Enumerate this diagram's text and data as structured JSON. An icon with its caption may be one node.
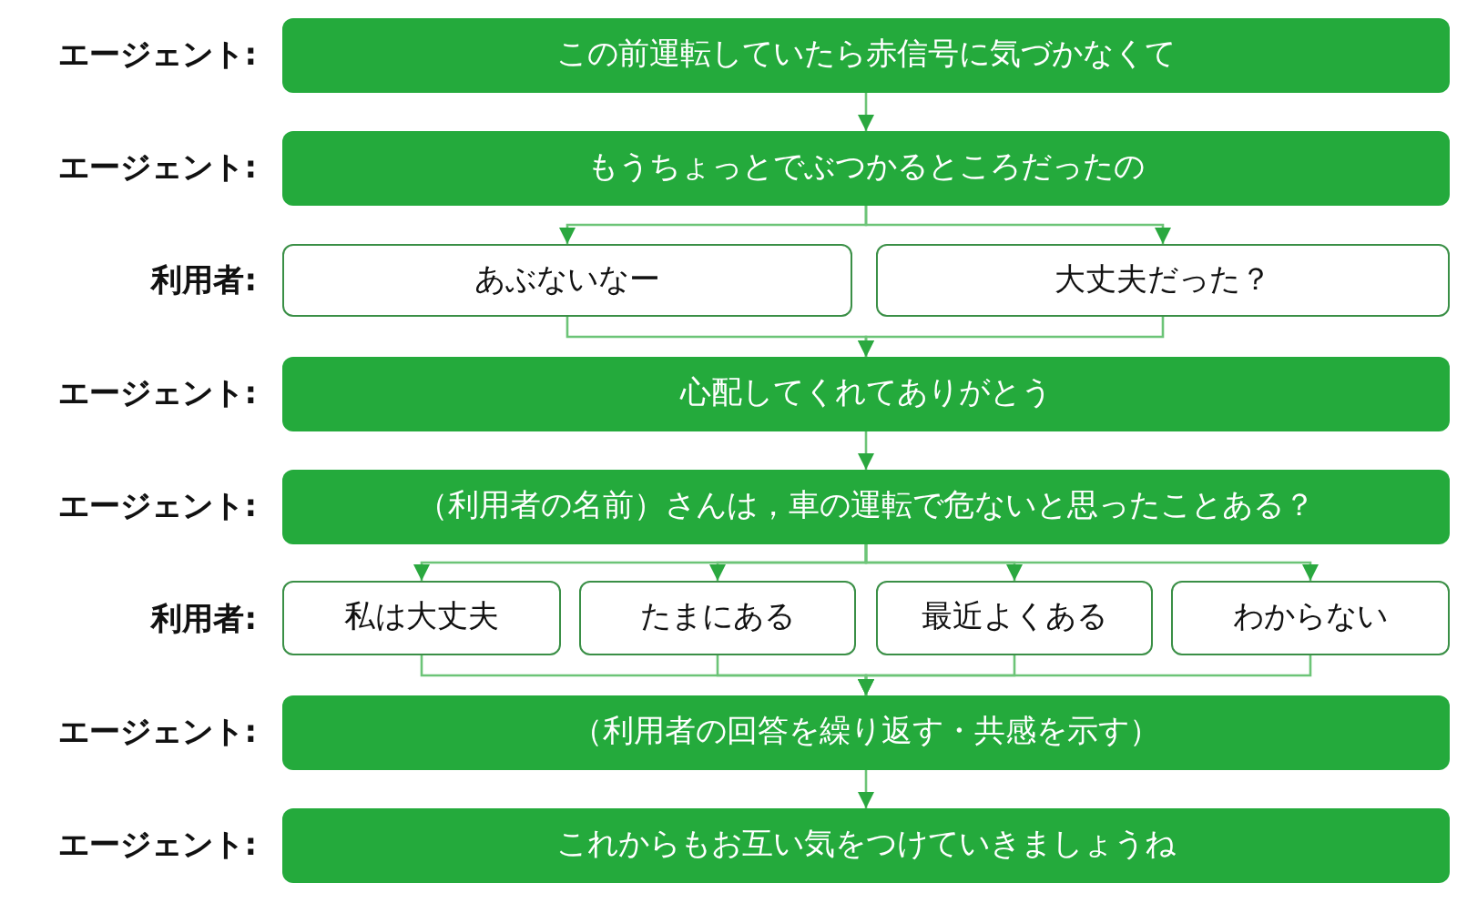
{
  "diagram": {
    "nodes": [
      {
        "text": [
          "この前運転していたら赤信号に気づかなくて"
        ]
      },
      {
        "text": [
          "もうちょっとでぶつかるところだったの"
        ]
      },
      {
        "text": [
          "あぶないなー"
        ]
      },
      {
        "text": [
          "大丈夫だった？"
        ]
      },
      {
        "text": [
          "心配してくれてありがとう"
        ]
      },
      {
        "text": [
          "（利用者の名前）さんは，車の運転で危ないと思ったことある？"
        ]
      },
      {
        "text": [
          "私は大丈夫"
        ]
      },
      {
        "text": [
          "たまにある"
        ]
      },
      {
        "text": [
          "最近よくある"
        ]
      },
      {
        "text": [
          "わからない"
        ]
      },
      {
        "text": [
          "（利用者の回答を繰り返す・共感を示す）"
        ]
      },
      {
        "text": [
          "これからもお互い気をつけていきましょうね"
        ]
      }
    ],
    "edges": [
      {
        "from": 0,
        "to": 1,
        "arrow": "to"
      },
      {
        "from": 1,
        "to": 2,
        "arrow": "to"
      },
      {
        "from": 1,
        "to": 3,
        "arrow": "to"
      },
      {
        "from": 2,
        "to": 4,
        "arrow": "to"
      },
      {
        "from": 3,
        "to": 4,
        "arrow": "to"
      },
      {
        "from": 4,
        "to": 5,
        "arrow": "to"
      },
      {
        "from": 5,
        "to": 6,
        "arrow": "to"
      },
      {
        "from": 5,
        "to": 7,
        "arrow": "to"
      },
      {
        "from": 5,
        "to": 8,
        "arrow": "to"
      },
      {
        "from": 5,
        "to": 9,
        "arrow": "to"
      },
      {
        "from": 6,
        "to": 10,
        "arrow": "to"
      },
      {
        "from": 7,
        "to": 10,
        "arrow": "to"
      },
      {
        "from": 8,
        "to": 10,
        "arrow": "to"
      },
      {
        "from": 9,
        "to": 10,
        "arrow": "to"
      },
      {
        "from": 10,
        "to": 11,
        "arrow": "to"
      }
    ],
    "labels": [
      "エージェント:",
      "エージェント:",
      "利用者:",
      "エージェント:",
      "エージェント:",
      "利用者:",
      "エージェント:",
      "エージェント:"
    ]
  }
}
